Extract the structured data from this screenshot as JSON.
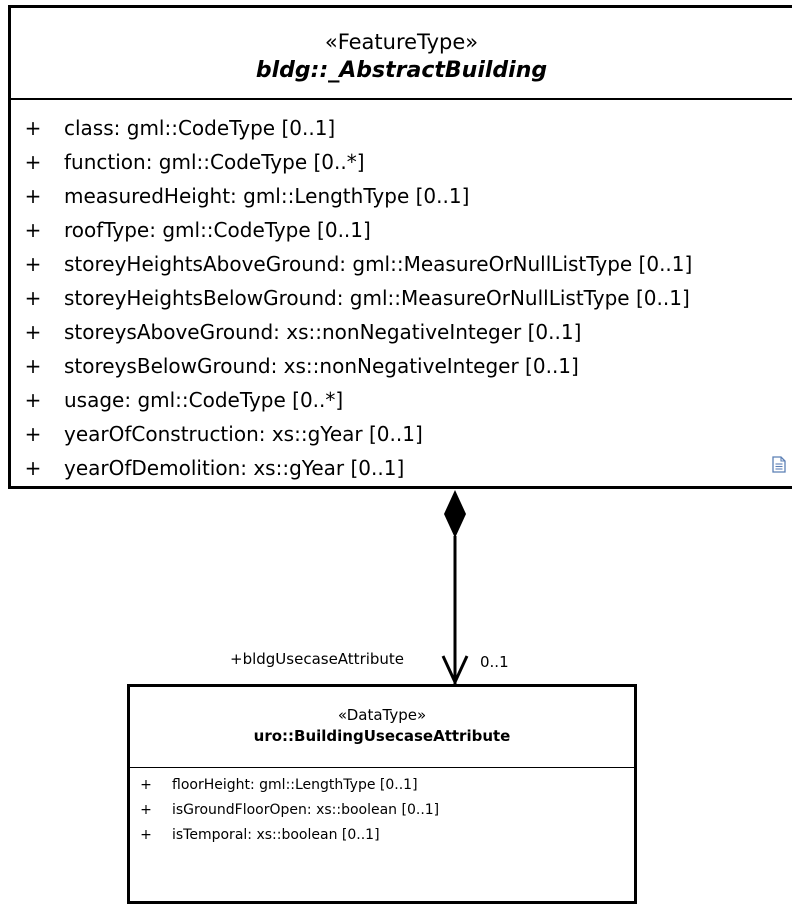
{
  "main_class": {
    "stereotype": "«FeatureType»",
    "name": "bldg::_AbstractBuilding",
    "attributes": [
      {
        "visibility": "+",
        "text": "class: gml::CodeType [0..1]"
      },
      {
        "visibility": "+",
        "text": "function: gml::CodeType [0..*]"
      },
      {
        "visibility": "+",
        "text": "measuredHeight: gml::LengthType [0..1]"
      },
      {
        "visibility": "+",
        "text": "roofType: gml::CodeType [0..1]"
      },
      {
        "visibility": "+",
        "text": "storeyHeightsAboveGround: gml::MeasureOrNullListType [0..1]"
      },
      {
        "visibility": "+",
        "text": "storeyHeightsBelowGround: gml::MeasureOrNullListType [0..1]"
      },
      {
        "visibility": "+",
        "text": "storeysAboveGround: xs::nonNegativeInteger [0..1]"
      },
      {
        "visibility": "+",
        "text": "storeysBelowGround: xs::nonNegativeInteger [0..1]"
      },
      {
        "visibility": "+",
        "text": "usage: gml::CodeType [0..*]"
      },
      {
        "visibility": "+",
        "text": "yearOfConstruction: xs::gYear [0..1]"
      },
      {
        "visibility": "+",
        "text": "yearOfDemolition: xs::gYear [0..1]"
      }
    ],
    "note_icon": "document-icon"
  },
  "association": {
    "type": "composition",
    "role": "+bldgUsecaseAttribute",
    "multiplicity": "0..1"
  },
  "sub_class": {
    "stereotype": "«DataType»",
    "name": "uro::BuildingUsecaseAttribute",
    "attributes": [
      {
        "visibility": "+",
        "text": "floorHeight: gml::LengthType [0..1]"
      },
      {
        "visibility": "+",
        "text": "isGroundFloorOpen: xs::boolean [0..1]"
      },
      {
        "visibility": "+",
        "text": "isTemporal: xs::boolean [0..1]"
      }
    ]
  },
  "colors": {
    "line": "#000000",
    "background": "#ffffff",
    "note_icon": "#5b7fb5"
  }
}
